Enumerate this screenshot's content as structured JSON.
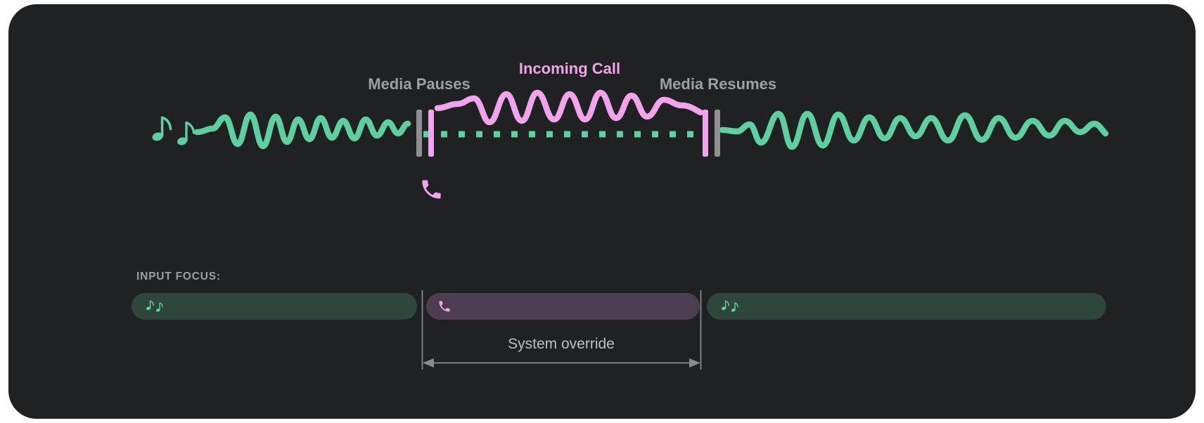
{
  "card": {
    "background": "#202122"
  },
  "colors": {
    "media_green": "#5ECFA1",
    "call_pink": "#F1A3EB",
    "label_gray": "#9AA0A6",
    "override_label_gray": "#BDC0C4",
    "marker_gray": "#909094",
    "media_pill_bg": "#2E463C",
    "call_pill_bg": "#4D3D51"
  },
  "timeline": {
    "media_pauses_label": "Media Pauses",
    "incoming_call_label": "Incoming Call",
    "media_resumes_label": "Media Resumes",
    "media_icon": "music-notes-icon",
    "call_icon": "phone-icon"
  },
  "focus": {
    "heading": "INPUT FOCUS:",
    "segments": [
      {
        "name": "media-before-call",
        "icon": "music-notes-icon"
      },
      {
        "name": "incoming-call",
        "icon": "phone-icon"
      },
      {
        "name": "media-after-call",
        "icon": "music-notes-icon"
      }
    ],
    "override_label": "System override"
  }
}
